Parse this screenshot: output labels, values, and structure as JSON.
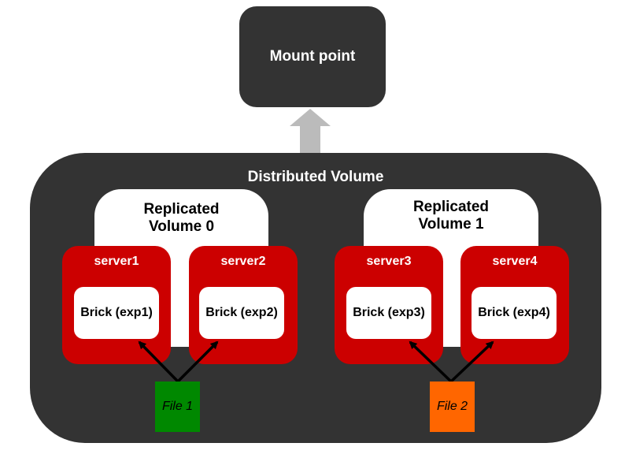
{
  "mount_point": {
    "label": "Mount point"
  },
  "distributed_volume": {
    "label": "Distributed Volume"
  },
  "replicated_volumes": [
    {
      "label": "Replicated\nVolume 0",
      "servers": [
        {
          "name": "server1",
          "brick": "Brick (exp1)"
        },
        {
          "name": "server2",
          "brick": "Brick (exp2)"
        }
      ]
    },
    {
      "label": "Replicated\nVolume 1",
      "servers": [
        {
          "name": "server3",
          "brick": "Brick (exp3)"
        },
        {
          "name": "server4",
          "brick": "Brick (exp4)"
        }
      ]
    }
  ],
  "files": [
    {
      "label": "File 1",
      "color": "#008800"
    },
    {
      "label": "File 2",
      "color": "#ff6600"
    }
  ],
  "colors": {
    "dark_box": "#333333",
    "server": "#cc0000",
    "arrow_up": "#bbbbbb"
  }
}
